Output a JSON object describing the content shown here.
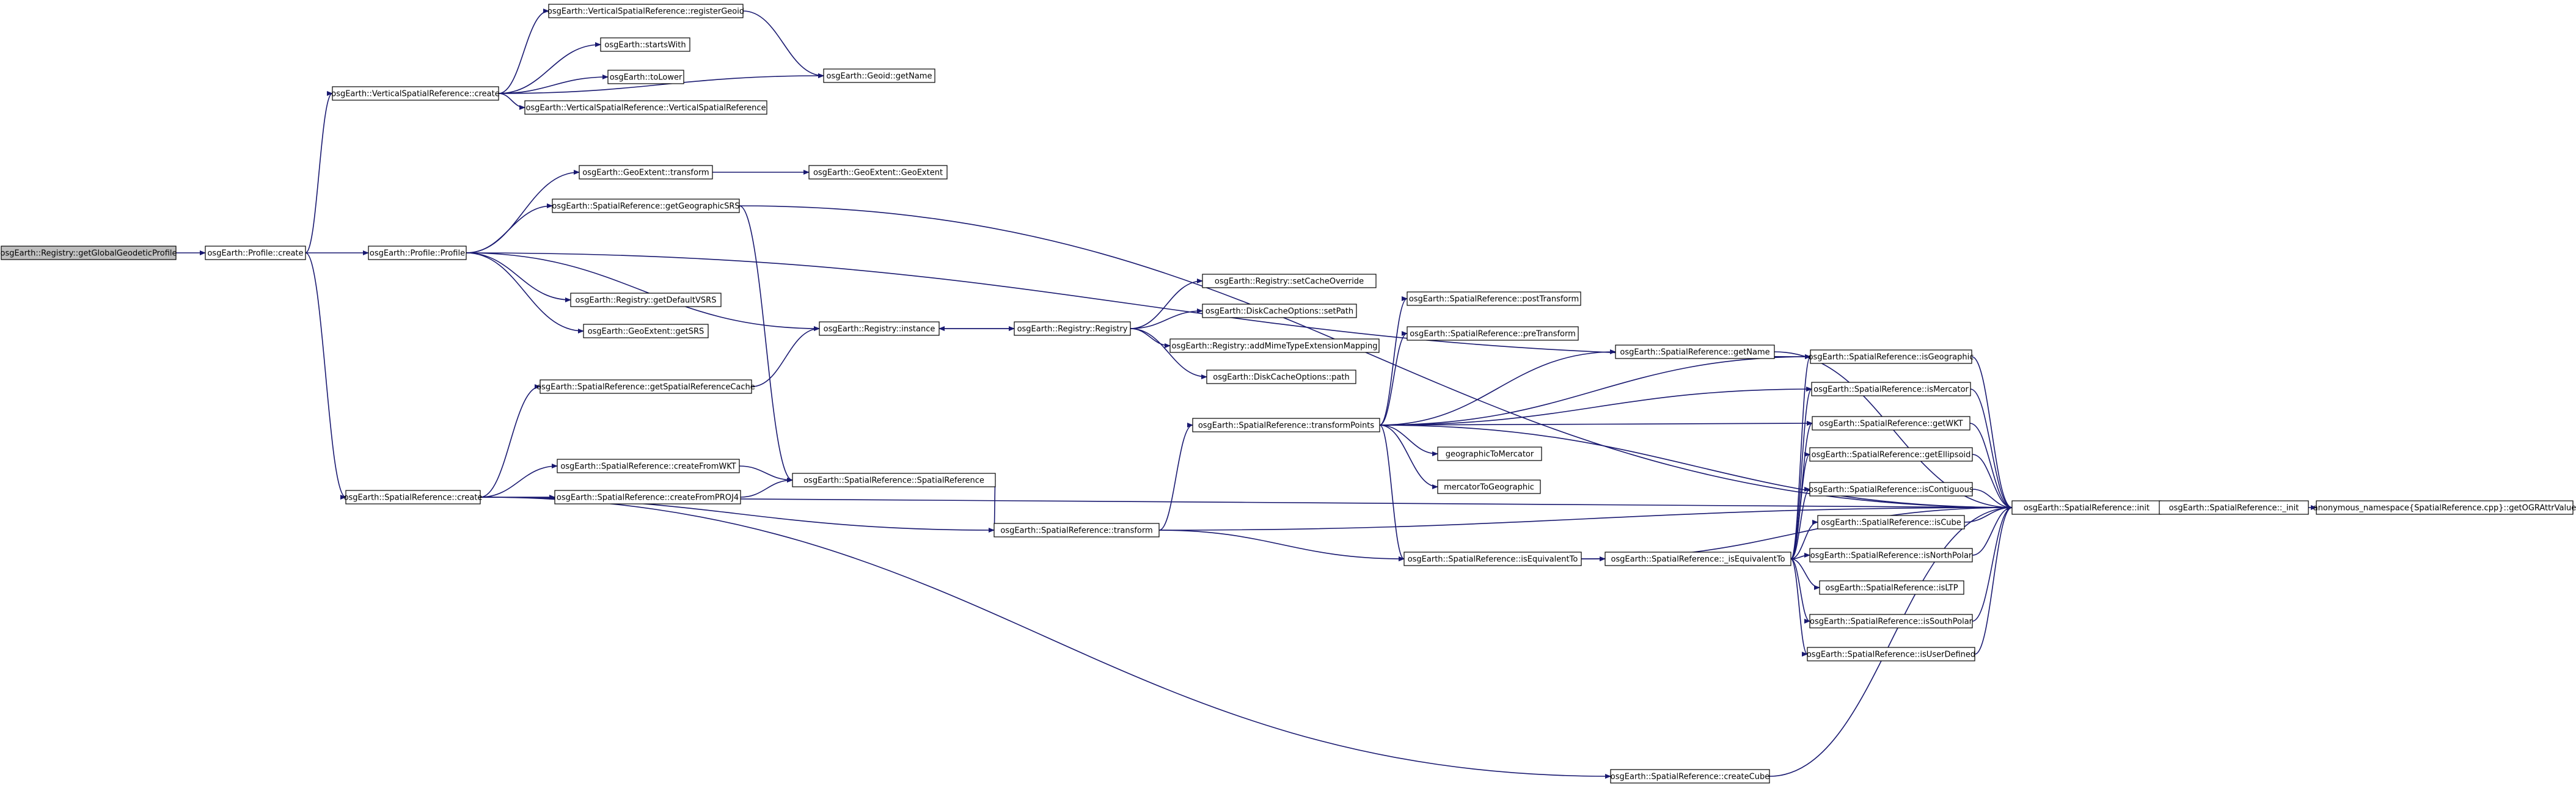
{
  "colors": {
    "edge": "#191970",
    "node_fill": "#ffffff",
    "root_fill": "#bfbfbf",
    "node_border": "#000000"
  },
  "nodes": [
    {
      "id": "root",
      "label": "osgEarth::Registry::getGlobalGeodeticProfile"
    },
    {
      "id": "profile_create",
      "label": "osgEarth::Profile::create"
    },
    {
      "id": "vsr_create",
      "label": "osgEarth::VerticalSpatialReference::create"
    },
    {
      "id": "vsr_registerGeoid",
      "label": "osgEarth::VerticalSpatialReference::registerGeoid"
    },
    {
      "id": "startsWith",
      "label": "osgEarth::startsWith"
    },
    {
      "id": "toLower",
      "label": "osgEarth::toLower"
    },
    {
      "id": "vsr_ctor",
      "label": "osgEarth::VerticalSpatialReference::VerticalSpatialReference"
    },
    {
      "id": "geoid_getName",
      "label": "osgEarth::Geoid::getName"
    },
    {
      "id": "ge_transform",
      "label": "osgEarth::GeoExtent::transform"
    },
    {
      "id": "ge_ctor",
      "label": "osgEarth::GeoExtent::GeoExtent"
    },
    {
      "id": "sr_getGeographicSRS",
      "label": "osgEarth::SpatialReference::getGeographicSRS"
    },
    {
      "id": "profile_ctor",
      "label": "osgEarth::Profile::Profile"
    },
    {
      "id": "reg_getDefaultVSRS",
      "label": "osgEarth::Registry::getDefaultVSRS"
    },
    {
      "id": "ge_getSRS",
      "label": "osgEarth::GeoExtent::getSRS"
    },
    {
      "id": "reg_instance",
      "label": "osgEarth::Registry::instance"
    },
    {
      "id": "reg_ctor",
      "label": "osgEarth::Registry::Registry"
    },
    {
      "id": "reg_setCacheOverride",
      "label": "osgEarth::Registry::setCacheOverride"
    },
    {
      "id": "dco_setPath",
      "label": "osgEarth::DiskCacheOptions::setPath"
    },
    {
      "id": "reg_addMime",
      "label": "osgEarth::Registry::addMimeTypeExtensionMapping"
    },
    {
      "id": "dco_path",
      "label": "osgEarth::DiskCacheOptions::path"
    },
    {
      "id": "sr_getSRCache",
      "label": "osgEarth::SpatialReference::getSpatialReferenceCache"
    },
    {
      "id": "sr_create",
      "label": "osgEarth::SpatialReference::create"
    },
    {
      "id": "sr_createFromWKT",
      "label": "osgEarth::SpatialReference::createFromWKT"
    },
    {
      "id": "sr_createFromPROJ4",
      "label": "osgEarth::SpatialReference::createFromPROJ4"
    },
    {
      "id": "sr_ctor",
      "label": "osgEarth::SpatialReference::SpatialReference"
    },
    {
      "id": "sr_transform",
      "label": "osgEarth::SpatialReference::transform"
    },
    {
      "id": "sr_transformPoints",
      "label": "osgEarth::SpatialReference::transformPoints"
    },
    {
      "id": "sr_postTransform",
      "label": "osgEarth::SpatialReference::postTransform"
    },
    {
      "id": "sr_preTransform",
      "label": "osgEarth::SpatialReference::preTransform"
    },
    {
      "id": "geographicToMercator",
      "label": "geographicToMercator"
    },
    {
      "id": "mercatorToGeographic",
      "label": "mercatorToGeographic"
    },
    {
      "id": "sr_getName",
      "label": "osgEarth::SpatialReference::getName"
    },
    {
      "id": "sr_isEquivalentTo",
      "label": "osgEarth::SpatialReference::isEquivalentTo"
    },
    {
      "id": "sr__isEquivalentTo",
      "label": "osgEarth::SpatialReference::_isEquivalentTo"
    },
    {
      "id": "sr_isGeographic",
      "label": "osgEarth::SpatialReference::isGeographic"
    },
    {
      "id": "sr_isMercator",
      "label": "osgEarth::SpatialReference::isMercator"
    },
    {
      "id": "sr_getWKT",
      "label": "osgEarth::SpatialReference::getWKT"
    },
    {
      "id": "sr_getEllipsoid",
      "label": "osgEarth::SpatialReference::getEllipsoid"
    },
    {
      "id": "sr_isContiguous",
      "label": "osgEarth::SpatialReference::isContiguous"
    },
    {
      "id": "sr_isCube",
      "label": "osgEarth::SpatialReference::isCube"
    },
    {
      "id": "sr_isNorthPolar",
      "label": "osgEarth::SpatialReference::isNorthPolar"
    },
    {
      "id": "sr_isLTP",
      "label": "osgEarth::SpatialReference::isLTP"
    },
    {
      "id": "sr_isSouthPolar",
      "label": "osgEarth::SpatialReference::isSouthPolar"
    },
    {
      "id": "sr_isUserDefined",
      "label": "osgEarth::SpatialReference::isUserDefined"
    },
    {
      "id": "sr_init",
      "label": "osgEarth::SpatialReference::init"
    },
    {
      "id": "sr__init",
      "label": "osgEarth::SpatialReference::_init"
    },
    {
      "id": "anon_getOGRAttrValue",
      "label": "anonymous_namespace{SpatialReference.cpp}::getOGRAttrValue"
    },
    {
      "id": "sr_createCube",
      "label": "osgEarth::SpatialReference::createCube"
    }
  ],
  "edges": [
    [
      "root",
      "profile_create"
    ],
    [
      "profile_create",
      "vsr_create"
    ],
    [
      "profile_create",
      "profile_ctor"
    ],
    [
      "profile_create",
      "sr_create"
    ],
    [
      "vsr_create",
      "vsr_registerGeoid"
    ],
    [
      "vsr_create",
      "startsWith"
    ],
    [
      "vsr_create",
      "toLower"
    ],
    [
      "vsr_create",
      "vsr_ctor"
    ],
    [
      "vsr_create",
      "geoid_getName"
    ],
    [
      "vsr_registerGeoid",
      "geoid_getName"
    ],
    [
      "profile_ctor",
      "ge_transform"
    ],
    [
      "profile_ctor",
      "sr_getGeographicSRS"
    ],
    [
      "profile_ctor",
      "reg_getDefaultVSRS"
    ],
    [
      "profile_ctor",
      "ge_getSRS"
    ],
    [
      "profile_ctor",
      "reg_instance"
    ],
    [
      "profile_ctor",
      "sr_isGeographic"
    ],
    [
      "ge_transform",
      "ge_ctor"
    ],
    [
      "sr_getGeographicSRS",
      "sr_ctor"
    ],
    [
      "sr_getGeographicSRS",
      "sr_init"
    ],
    [
      "reg_instance",
      "reg_ctor"
    ],
    [
      "reg_ctor",
      "reg_instance"
    ],
    [
      "reg_ctor",
      "reg_setCacheOverride"
    ],
    [
      "reg_ctor",
      "dco_setPath"
    ],
    [
      "reg_ctor",
      "reg_addMime"
    ],
    [
      "reg_ctor",
      "dco_path"
    ],
    [
      "sr_getSRCache",
      "reg_instance"
    ],
    [
      "sr_create",
      "sr_getSRCache"
    ],
    [
      "sr_create",
      "sr_createFromWKT"
    ],
    [
      "sr_create",
      "sr_createFromPROJ4"
    ],
    [
      "sr_create",
      "sr_transform"
    ],
    [
      "sr_create",
      "sr_init"
    ],
    [
      "sr_create",
      "sr_createCube"
    ],
    [
      "sr_createFromWKT",
      "sr_ctor"
    ],
    [
      "sr_createFromPROJ4",
      "sr_ctor"
    ],
    [
      "sr_ctor",
      "sr_transform"
    ],
    [
      "sr_transform",
      "sr_transformPoints"
    ],
    [
      "sr_transform",
      "sr_isEquivalentTo"
    ],
    [
      "sr_transform",
      "sr_init"
    ],
    [
      "sr_transformPoints",
      "sr_postTransform"
    ],
    [
      "sr_transformPoints",
      "sr_preTransform"
    ],
    [
      "sr_transformPoints",
      "sr_getName"
    ],
    [
      "sr_transformPoints",
      "sr_isGeographic"
    ],
    [
      "sr_transformPoints",
      "sr_isMercator"
    ],
    [
      "sr_transformPoints",
      "geographicToMercator"
    ],
    [
      "sr_transformPoints",
      "mercatorToGeographic"
    ],
    [
      "sr_transformPoints",
      "sr_getWKT"
    ],
    [
      "sr_transformPoints",
      "sr_isEquivalentTo"
    ],
    [
      "sr_transformPoints",
      "sr_init"
    ],
    [
      "sr_getName",
      "sr_init"
    ],
    [
      "sr_isEquivalentTo",
      "sr__isEquivalentTo"
    ],
    [
      "sr_isEquivalentTo",
      "sr_init"
    ],
    [
      "sr__isEquivalentTo",
      "sr_isGeographic"
    ],
    [
      "sr__isEquivalentTo",
      "sr_isMercator"
    ],
    [
      "sr__isEquivalentTo",
      "sr_getWKT"
    ],
    [
      "sr__isEquivalentTo",
      "sr_getEllipsoid"
    ],
    [
      "sr__isEquivalentTo",
      "sr_isContiguous"
    ],
    [
      "sr__isEquivalentTo",
      "sr_isCube"
    ],
    [
      "sr__isEquivalentTo",
      "sr_isNorthPolar"
    ],
    [
      "sr__isEquivalentTo",
      "sr_isLTP"
    ],
    [
      "sr__isEquivalentTo",
      "sr_isSouthPolar"
    ],
    [
      "sr__isEquivalentTo",
      "sr_isUserDefined"
    ],
    [
      "sr_isGeographic",
      "sr_init"
    ],
    [
      "sr_isMercator",
      "sr_init"
    ],
    [
      "sr_getWKT",
      "sr_init"
    ],
    [
      "sr_getEllipsoid",
      "sr_init"
    ],
    [
      "sr_isContiguous",
      "sr_init"
    ],
    [
      "sr_isCube",
      "sr_init"
    ],
    [
      "sr_isNorthPolar",
      "sr_init"
    ],
    [
      "sr_isSouthPolar",
      "sr_init"
    ],
    [
      "sr_isUserDefined",
      "sr_init"
    ],
    [
      "sr_init",
      "sr__init"
    ],
    [
      "sr__init",
      "anon_getOGRAttrValue"
    ],
    [
      "sr_createCube",
      "sr_init"
    ]
  ]
}
